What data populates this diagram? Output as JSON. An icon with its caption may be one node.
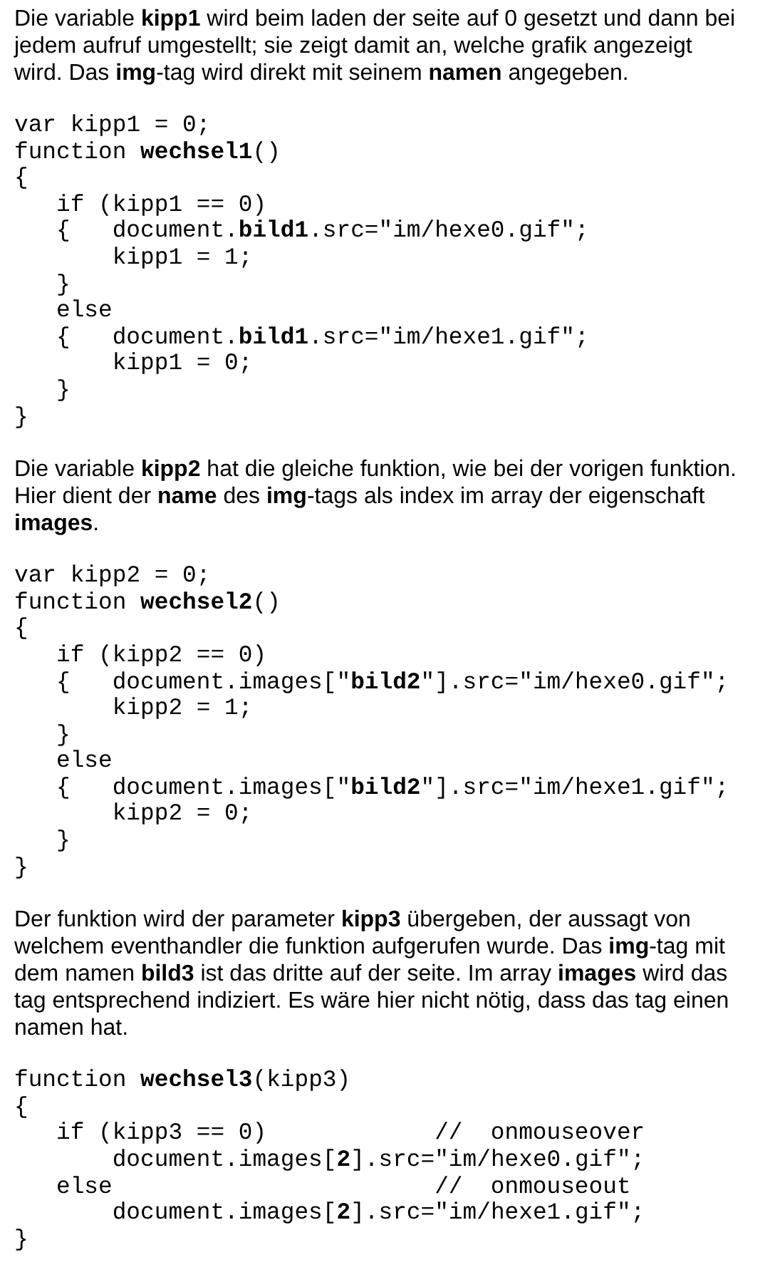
{
  "diagram": {
    "labels": [
      "Die variable **kipp1** wird beim laden der seite auf 0 gesetzt und dann bei jedem aufruf umgestellt; sie zeigt damit an, welche grafik angezeigt wird. Das **img**-tag wird direkt mit seinem **namen** angegeben.",
      "var kipp1 = 0;",
      "function **wechsel1**()",
      "{",
      "if (kipp1 == 0)",
      "{   document.**bild1**.src=\"im/hexe0.gif\";",
      "kipp1 = 1;",
      "}",
      "else",
      "{   document.**bild1**.src=\"im/hexe1.gif\";",
      "kipp1 = 0;",
      "}",
      "}",
      "Die variable **kipp2** hat die gleiche funktion, wie bei der vorigen funktion. Hier dient der **name** des **img**-tags als index im array der eigenschaft **images**.",
      "var kipp2 = 0;",
      "function **wechsel2**()",
      "{",
      "if (kipp2 == 0)",
      "{   document.images[\"**bild2**\"].src=\"im/hexe0.gif\";",
      "kipp2 = 1;",
      "}",
      "else",
      "{   document.images[\"**bild2**\"].src=\"im/hexe1.gif\";",
      "kipp2 = 0;",
      "}",
      "}",
      "Der funktion wird der parameter **kipp3** übergeben, der aussagt von welchem eventhandler die funktion aufgerufen wurde. Das **img**-tag mit dem namen **bild3** ist das dritte auf der seite. Im array **images** wird das tag entsprechend indiziert. Es wäre hier nicht nötig, dass das tag einen namen hat.",
      "function **wechsel3**(kipp3)",
      "{",
      "if (kipp3 == 0)            //  onmouseover",
      "document.images[**2**].src=\"im/hexe0.gif\";",
      "else                       //  onmouseout",
      "document.images[**2**].src=\"im/hexe1.gif\";",
      "}"
    ]
  }
}
